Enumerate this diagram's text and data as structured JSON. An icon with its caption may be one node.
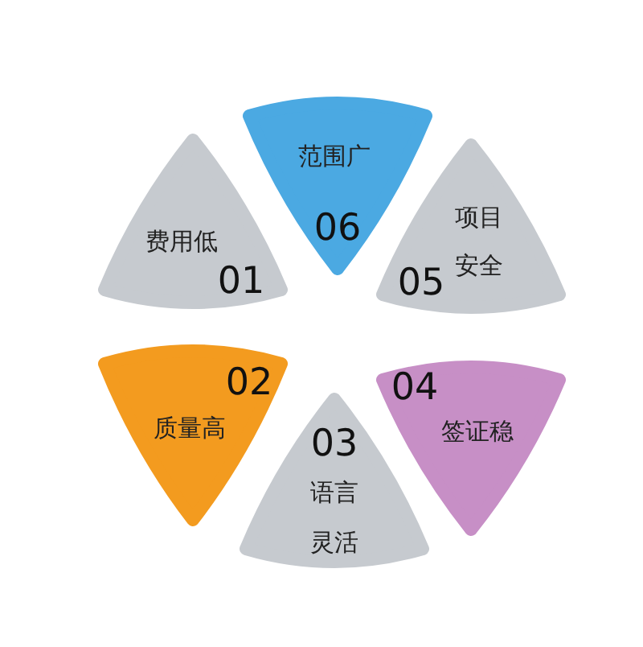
{
  "diagram": {
    "nodes": [
      {
        "text": [
          "范围广",
          "06"
        ]
      },
      {
        "text": [
          "费用低",
          "01"
        ]
      },
      {
        "text": [
          "项目安全",
          "05"
        ]
      },
      {
        "text": [
          "02",
          "质量高"
        ]
      },
      {
        "text": [
          "04",
          "签证稳"
        ]
      },
      {
        "text": [
          "03",
          "语言灵活"
        ]
      }
    ]
  }
}
